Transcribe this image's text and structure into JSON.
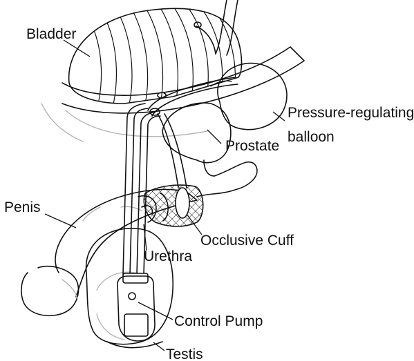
{
  "labels": {
    "bladder": "Bladder",
    "pressure_line1": "Pressure-regulating",
    "pressure_line2": "balloon",
    "prostate": "Prostate",
    "penis": "Penis",
    "occlusive_cuff": "Occlusive Cuff",
    "urethra": "Urethra",
    "control_pump": "Control Pump",
    "testis": "Testis"
  }
}
